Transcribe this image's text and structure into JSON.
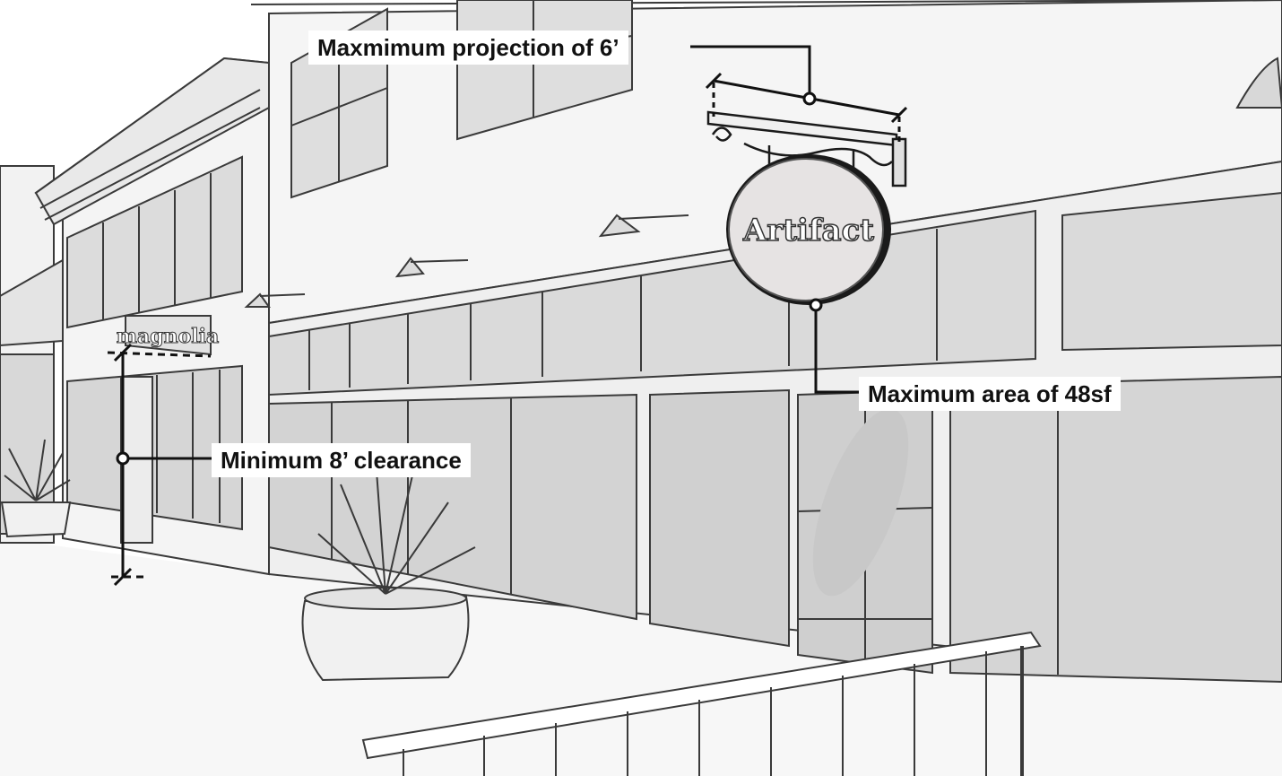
{
  "callouts": {
    "projection": "Maxmimum projection of 6’",
    "clearance": "Minimum 8’ clearance",
    "area": "Maximum area of 48sf"
  },
  "signs": {
    "blade_sign": "Artifact",
    "wall_sign": "magnolia"
  },
  "colors": {
    "line": "#1a1a1a",
    "wall": "#f3f3f3",
    "glass": "#d9d9d9",
    "shadow": "#c4c4c4",
    "sign_face": "#e6e3e3"
  }
}
